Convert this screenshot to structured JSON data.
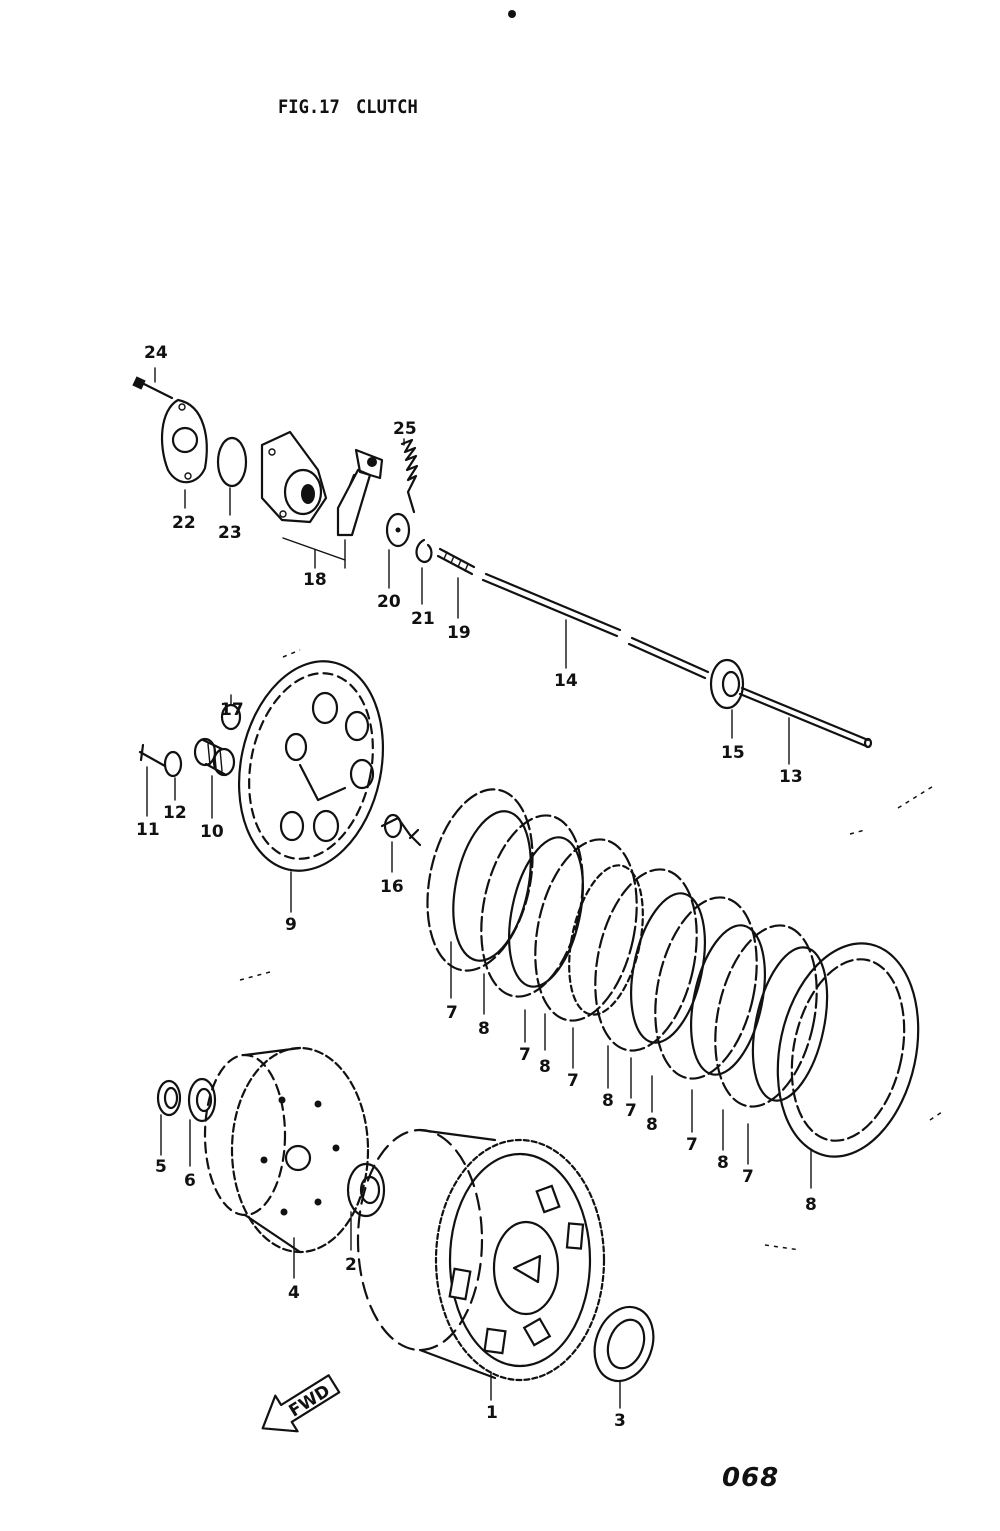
{
  "figure": {
    "number": "FIG.17",
    "name": "CLUTCH"
  },
  "page_number": "068",
  "fwd_arrow": {
    "label": "FWD"
  },
  "callouts": {
    "c1": "1",
    "c2": "2",
    "c3": "3",
    "c4": "4",
    "c5": "5",
    "c6": "6",
    "c7a": "7",
    "c7b": "7",
    "c7c": "7",
    "c7d": "7",
    "c7e": "7",
    "c7f": "7",
    "c8a": "8",
    "c8b": "8",
    "c8c": "8",
    "c8d": "8",
    "c8e": "8",
    "c8f": "8",
    "c9": "9",
    "c10": "10",
    "c11": "11",
    "c12": "12",
    "c13": "13",
    "c14": "14",
    "c15": "15",
    "c16": "16",
    "c17": "17",
    "c18": "18",
    "c19": "19",
    "c20": "20",
    "c21": "21",
    "c22": "22",
    "c23": "23",
    "c24": "24",
    "c25": "25"
  }
}
